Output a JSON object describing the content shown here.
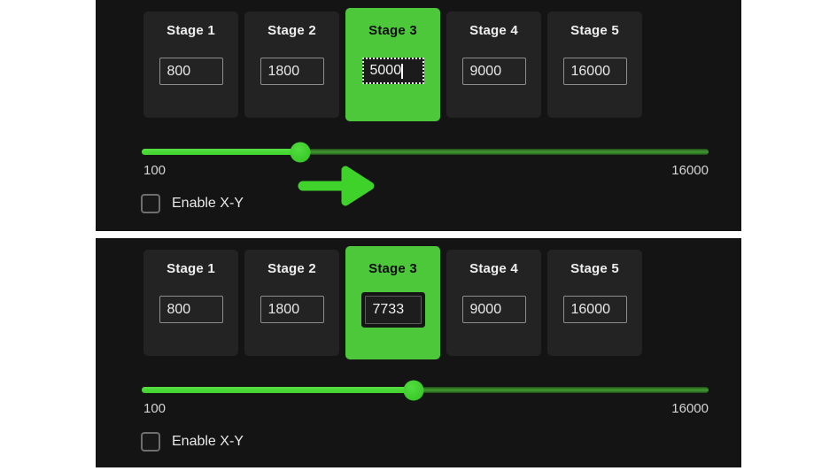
{
  "colors": {
    "panel_bg": "#141414",
    "card_bg": "#232323",
    "green_card": "#4cc83a",
    "green_bright": "#3ed22b",
    "track_dark": "#2c7d1e"
  },
  "panels": [
    {
      "id": "top",
      "stages": [
        {
          "label": "Stage 1",
          "value": "800",
          "selected": false,
          "editing": false
        },
        {
          "label": "Stage 2",
          "value": "1800",
          "selected": false,
          "editing": false
        },
        {
          "label": "Stage 3",
          "value": "5000",
          "selected": true,
          "editing": true
        },
        {
          "label": "Stage 4",
          "value": "9000",
          "selected": false,
          "editing": false
        },
        {
          "label": "Stage 5",
          "value": "16000",
          "selected": false,
          "editing": false
        }
      ],
      "slider": {
        "min_label": "100",
        "max_label": "16000",
        "thumb_percent": 28
      },
      "checkbox": {
        "label": "Enable X-Y",
        "checked": false
      },
      "arrow_icon": true
    },
    {
      "id": "bottom",
      "stages": [
        {
          "label": "Stage 1",
          "value": "800",
          "selected": false,
          "editing": false
        },
        {
          "label": "Stage 2",
          "value": "1800",
          "selected": false,
          "editing": false
        },
        {
          "label": "Stage 3",
          "value": "7733",
          "selected": true,
          "editing": false
        },
        {
          "label": "Stage 4",
          "value": "9000",
          "selected": false,
          "editing": false
        },
        {
          "label": "Stage 5",
          "value": "16000",
          "selected": false,
          "editing": false
        }
      ],
      "slider": {
        "min_label": "100",
        "max_label": "16000",
        "thumb_percent": 48
      },
      "checkbox": {
        "label": "Enable X-Y",
        "checked": false
      },
      "arrow_icon": false
    }
  ]
}
